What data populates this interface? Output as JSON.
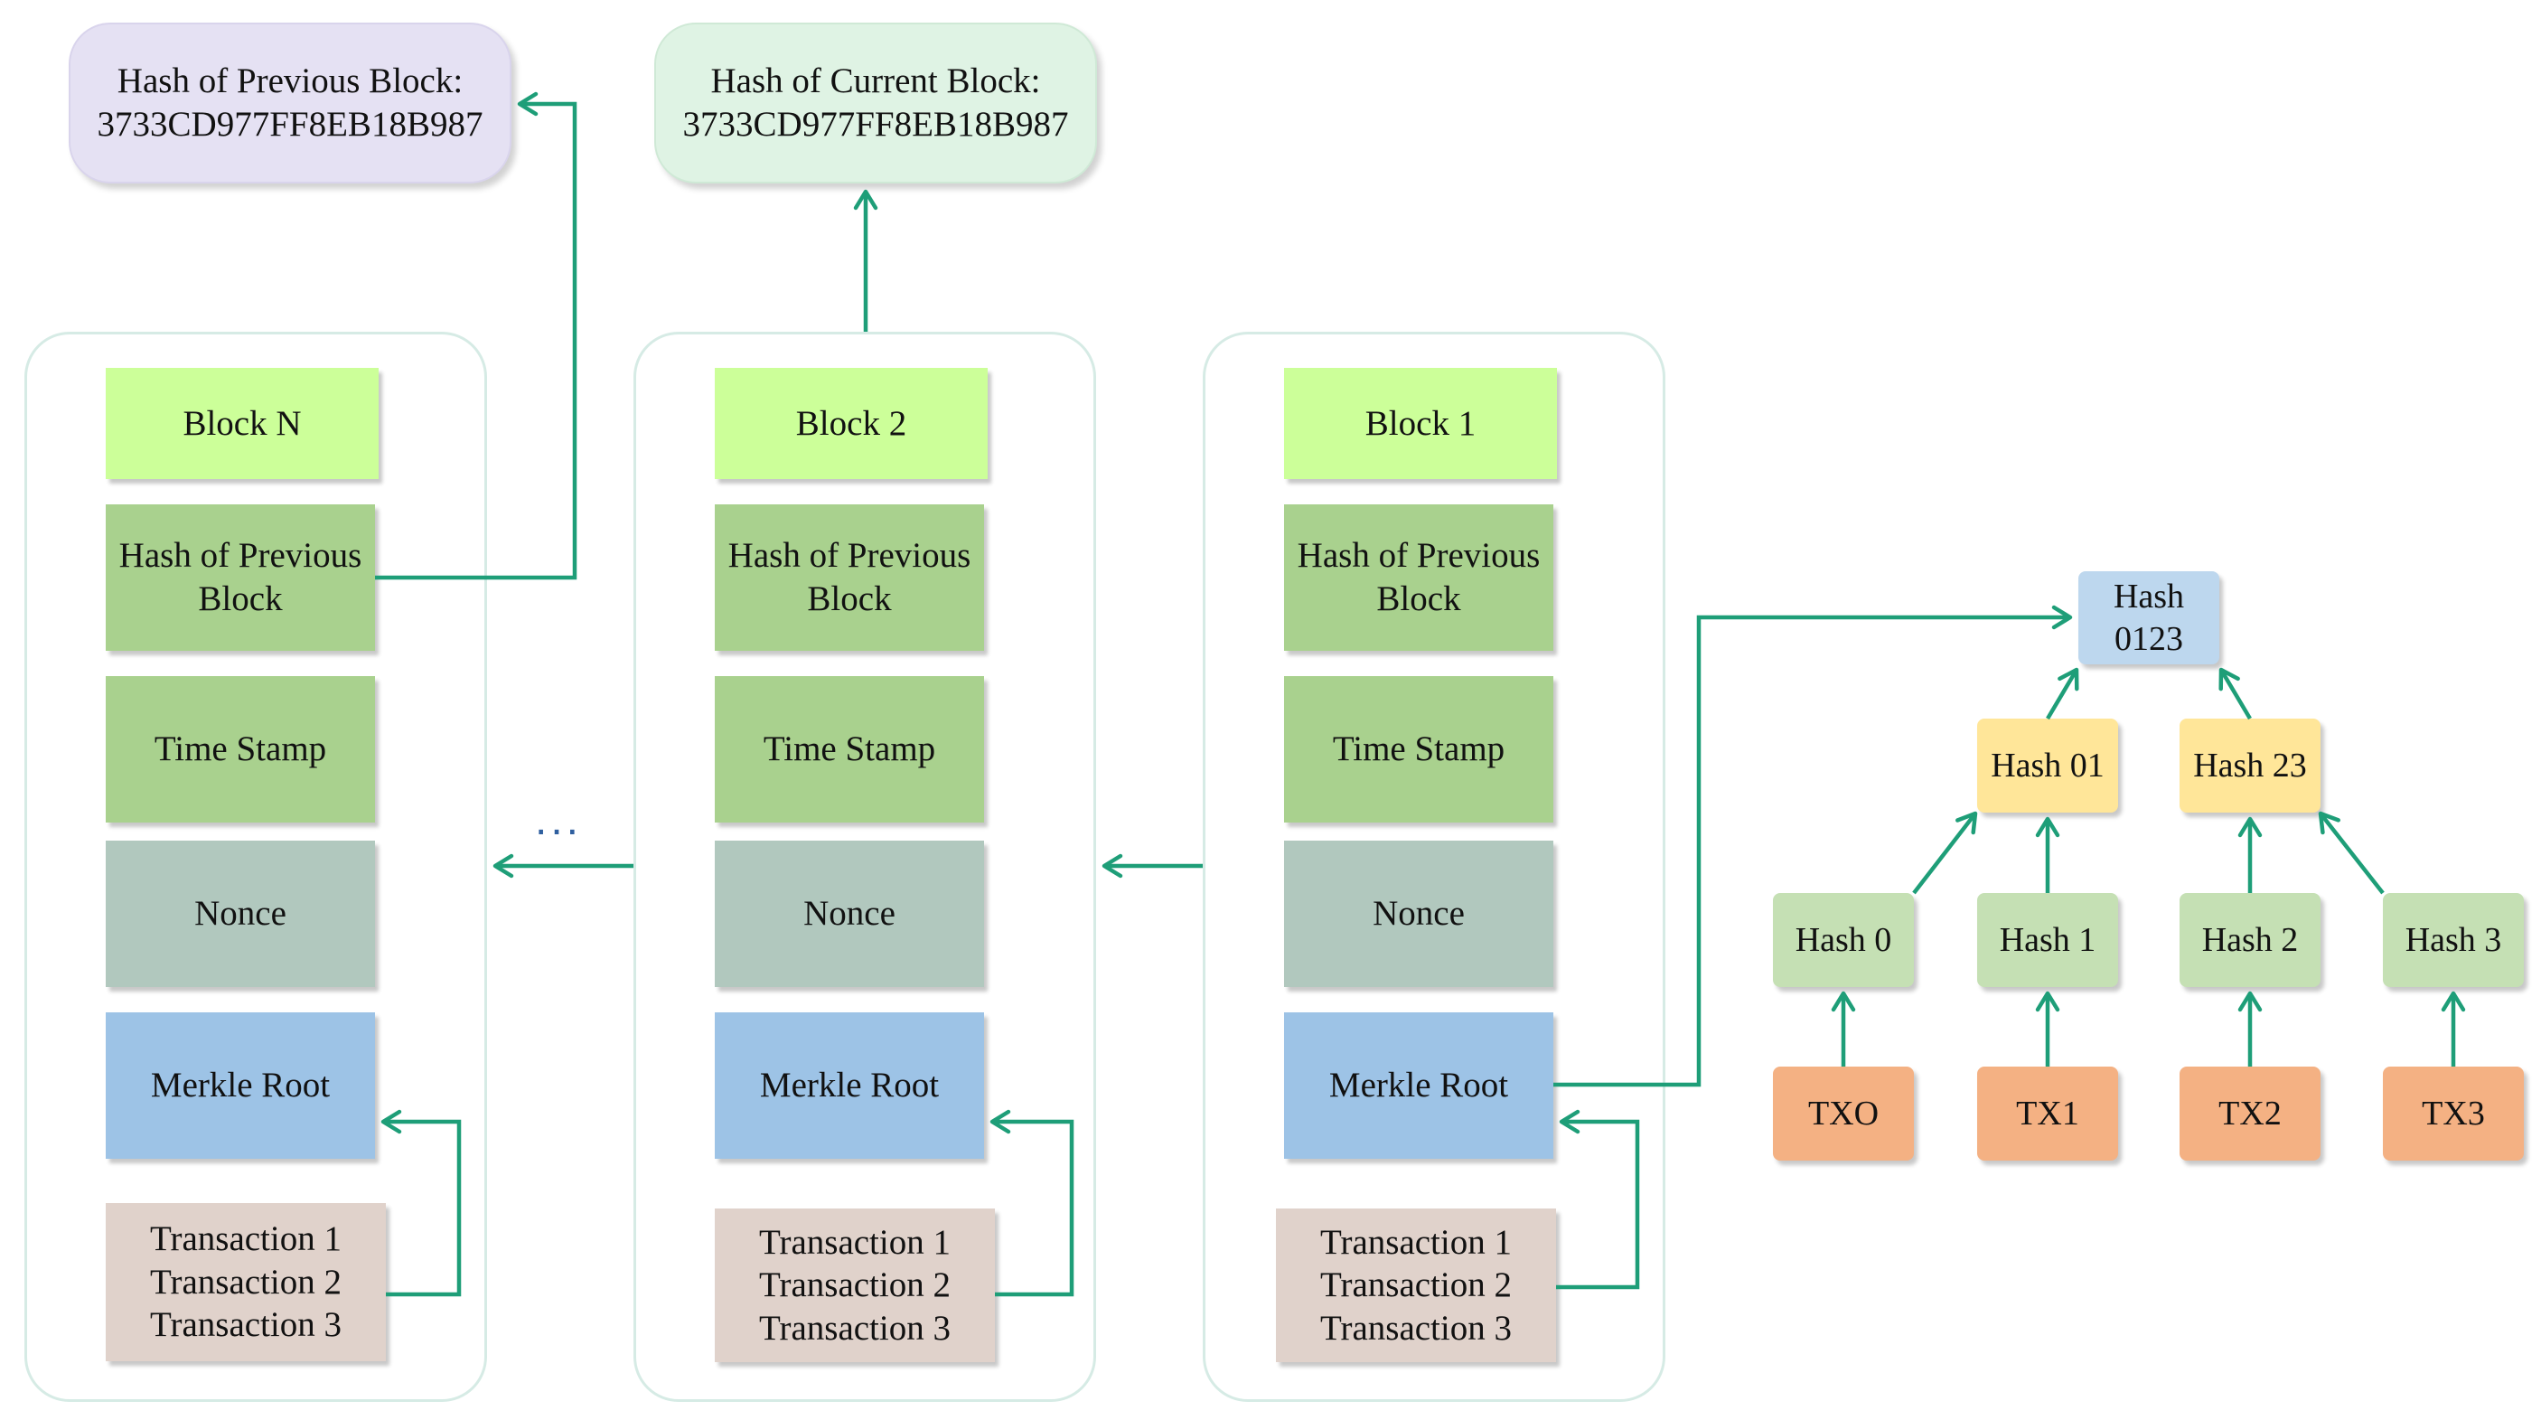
{
  "hash_prev": {
    "label": "Hash of Previous Block:",
    "value": "3733CD977FF8EB18B987"
  },
  "hash_curr": {
    "label": "Hash of Current Block:",
    "value": "3733CD977FF8EB18B987"
  },
  "ellipsis": "...",
  "block_n": {
    "title": "Block N",
    "prev_hash": [
      "Hash of Previous",
      "Block"
    ],
    "timestamp": "Time Stamp",
    "nonce": "Nonce",
    "merkle": "Merkle Root",
    "transactions": [
      "Transaction 1",
      "Transaction 2",
      "Transaction 3"
    ]
  },
  "block_2": {
    "title": "Block 2",
    "prev_hash": [
      "Hash of Previous",
      "Block"
    ],
    "timestamp": "Time Stamp",
    "nonce": "Nonce",
    "merkle": "Merkle Root",
    "transactions": [
      "Transaction 1",
      "Transaction 2",
      "Transaction 3"
    ]
  },
  "block_1": {
    "title": "Block 1",
    "prev_hash": [
      "Hash of Previous",
      "Block"
    ],
    "timestamp": "Time Stamp",
    "nonce": "Nonce",
    "merkle": "Merkle Root",
    "transactions": [
      "Transaction 1",
      "Transaction 2",
      "Transaction 3"
    ]
  },
  "merkle_tree": {
    "root": [
      "Hash",
      "0123"
    ],
    "level1": [
      "Hash 01",
      "Hash 23"
    ],
    "leaves": [
      "Hash 0",
      "Hash 1",
      "Hash 2",
      "Hash 3"
    ],
    "transactions": [
      "TXO",
      "TX1",
      "TX2",
      "TX3"
    ]
  },
  "colors": {
    "arrow": "#1e9e78",
    "hash_prev_bg": "#e5e1f3",
    "hash_curr_bg": "#dff3e4",
    "block_title_bg": "#ccff99",
    "prev_hash_bg": "#a9d18e",
    "timestamp_bg": "#a9d18e",
    "nonce_bg": "#b1c8be",
    "merkle_bg": "#9dc3e6",
    "transactions_bg": "#e0d2cb",
    "root_bg": "#bdd7ee",
    "level1_bg": "#ffe699",
    "leaf_bg": "#c5e0b4",
    "tx_bg": "#f4b183"
  }
}
